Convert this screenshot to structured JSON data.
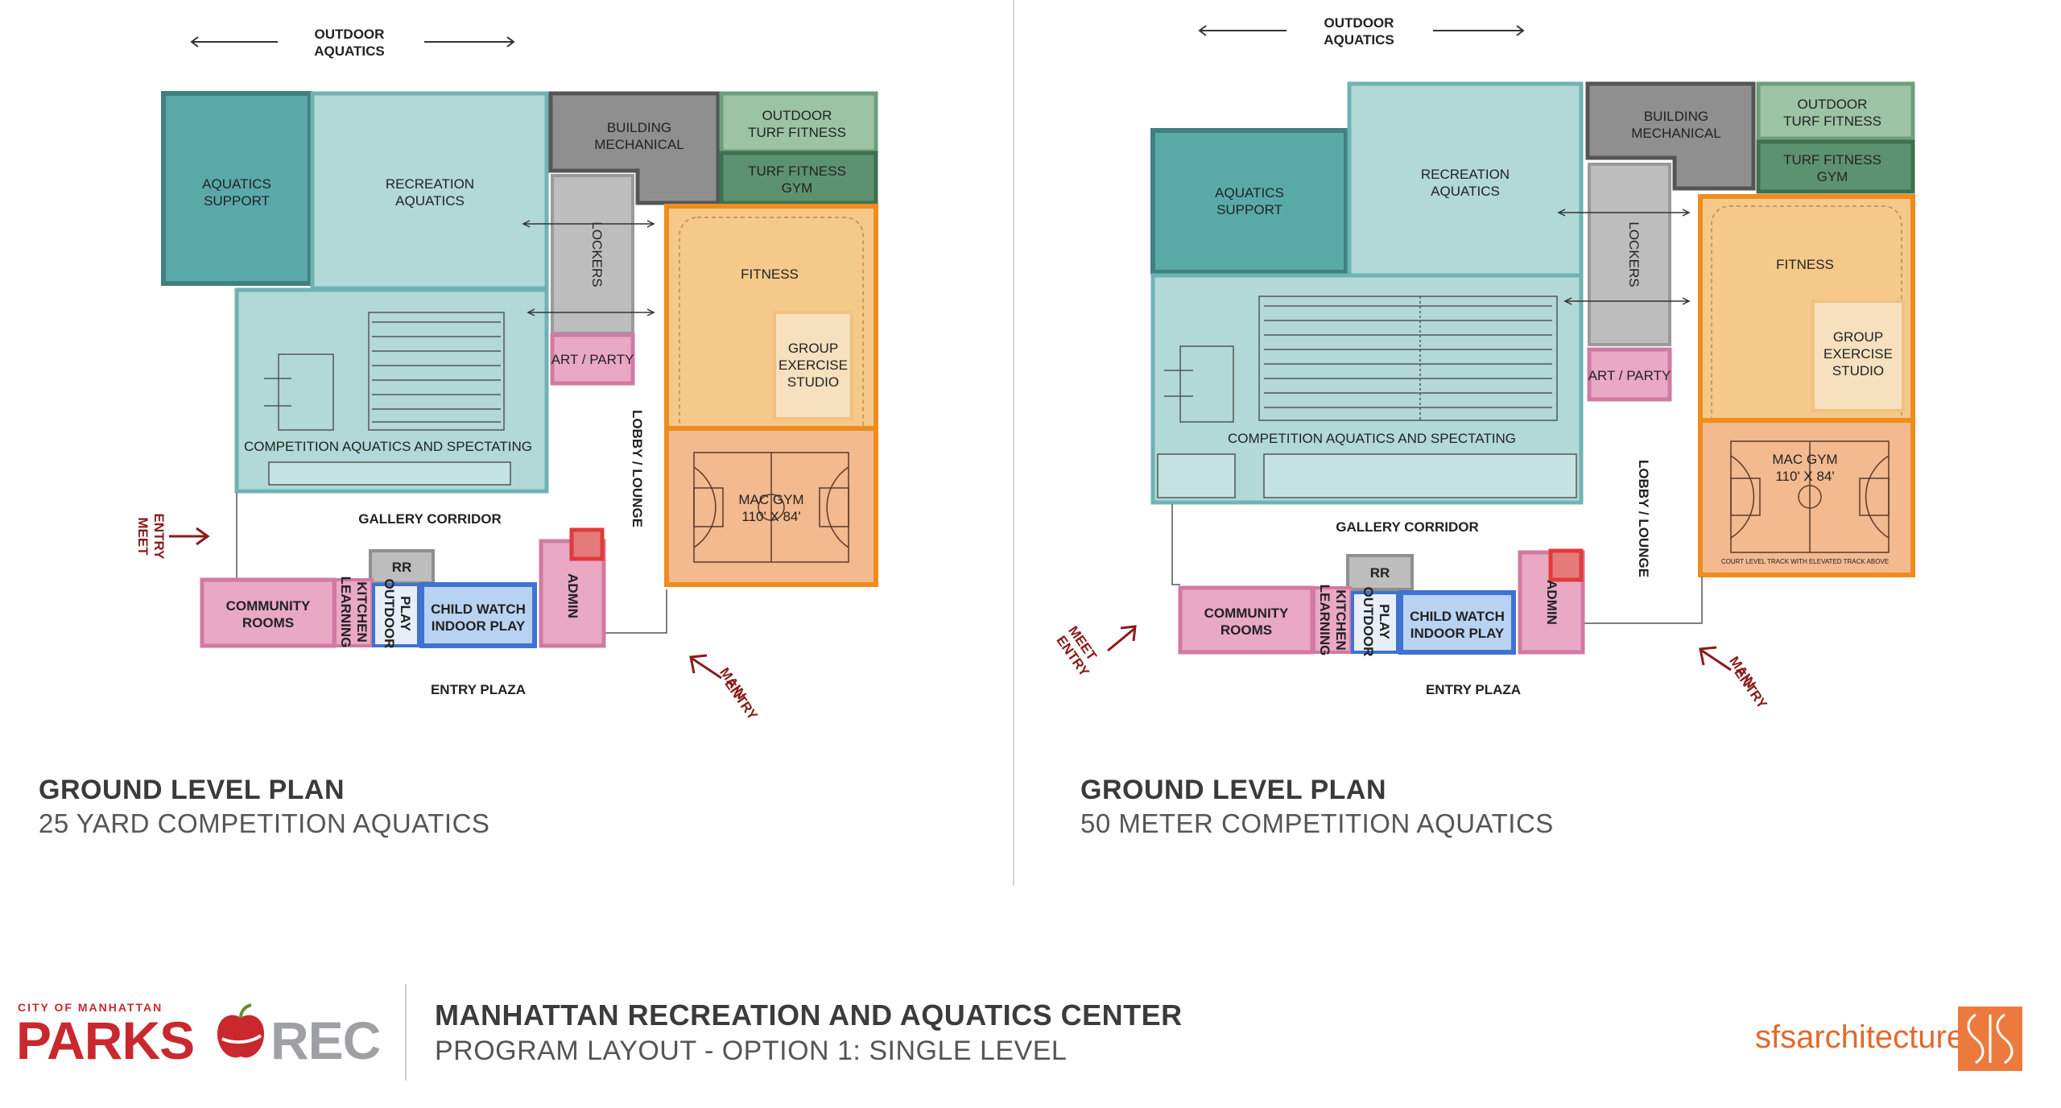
{
  "plans": [
    {
      "id": "left",
      "caption_title": "GROUND LEVEL PLAN",
      "caption_sub": "25 YARD COMPETITION AQUATICS",
      "outdoor_aquatics": [
        "OUTDOOR",
        "AQUATICS"
      ],
      "rooms": {
        "aquatics_support": [
          "AQUATICS",
          "SUPPORT"
        ],
        "recreation_aquatics": [
          "RECREATION",
          "AQUATICS"
        ],
        "building_mechanical": [
          "BUILDING",
          "MECHANICAL"
        ],
        "outdoor_turf_fitness": [
          "OUTDOOR",
          "TURF FITNESS"
        ],
        "turf_fitness_gym": [
          "TURF FITNESS",
          "GYM"
        ],
        "lockers": "LOCKERS",
        "fitness": "FITNESS",
        "group_exercise": [
          "GROUP",
          "EXERCISE",
          "STUDIO"
        ],
        "art_party": "ART / PARTY",
        "competition": "COMPETITION AQUATICS AND SPECTATING",
        "mac_gym": [
          "MAC GYM",
          "110' X 84'"
        ],
        "lobby": "LOBBY / LOUNGE",
        "gallery": "GALLERY CORRIDOR",
        "rr": "RR",
        "community": [
          "COMMUNITY",
          "ROOMS"
        ],
        "learning_kitchen": [
          "LEARNING",
          "KITCHEN"
        ],
        "outdoor_play": [
          "OUTDOOR",
          "PLAY"
        ],
        "child_watch": [
          "CHILD WATCH",
          "INDOOR PLAY"
        ],
        "admin": "ADMIN",
        "entry_plaza": "ENTRY PLAZA",
        "meet_entry": [
          "MEET",
          "ENTRY"
        ],
        "main_entry": [
          "MAIN",
          "ENTRY"
        ]
      }
    },
    {
      "id": "right",
      "caption_title": "GROUND LEVEL PLAN",
      "caption_sub": "50 METER COMPETITION AQUATICS",
      "outdoor_aquatics": [
        "OUTDOOR",
        "AQUATICS"
      ],
      "rooms": {
        "aquatics_support": [
          "AQUATICS",
          "SUPPORT"
        ],
        "recreation_aquatics": [
          "RECREATION",
          "AQUATICS"
        ],
        "building_mechanical": [
          "BUILDING",
          "MECHANICAL"
        ],
        "outdoor_turf_fitness": [
          "OUTDOOR",
          "TURF FITNESS"
        ],
        "turf_fitness_gym": [
          "TURF FITNESS",
          "GYM"
        ],
        "lockers": "LOCKERS",
        "fitness": "FITNESS",
        "group_exercise": [
          "GROUP",
          "EXERCISE",
          "STUDIO"
        ],
        "art_party": "ART / PARTY",
        "competition": "COMPETITION AQUATICS AND SPECTATING",
        "mac_gym": [
          "MAC GYM",
          "110' X 84'"
        ],
        "lobby": "LOBBY / LOUNGE",
        "gallery": "GALLERY CORRIDOR",
        "rr": "RR",
        "community": [
          "COMMUNITY",
          "ROOMS"
        ],
        "learning_kitchen": [
          "LEARNING",
          "KITCHEN"
        ],
        "outdoor_play": [
          "OUTDOOR",
          "PLAY"
        ],
        "child_watch": [
          "CHILD WATCH",
          "INDOOR PLAY"
        ],
        "admin": "ADMIN",
        "entry_plaza": "ENTRY PLAZA",
        "meet_entry": [
          "MEET",
          "ENTRY"
        ],
        "main_entry": [
          "MAIN",
          "ENTRY"
        ],
        "court_track_note": "COURT LEVEL TRACK WITH ELEVATED TRACK ABOVE"
      }
    }
  ],
  "footer": {
    "title": "MANHATTAN RECREATION AND AQUATICS CENTER",
    "subtitle": "PROGRAM LAYOUT - OPTION 1: SINGLE LEVEL",
    "brand_small": "CITY OF MANHATTAN",
    "brand_parks": "PARKS",
    "brand_rec": "REC",
    "architect": "sfsarchitecture"
  },
  "colors": {
    "aquatics_support": "#5aa9a9",
    "recreation": "#b2d8d8",
    "mechanical": "#8f8f8f",
    "turf_light": "#9cc3a4",
    "turf_dark": "#5d9270",
    "lockers": "#bdbdbd",
    "fitness": "#f5c98a",
    "gym": "#f3b98f",
    "orange_border": "#ef8c1d",
    "pink": "#e9a8c4",
    "pink_border": "#d07aa3",
    "blue": "#b8d3f2",
    "blue_border": "#3e73d0",
    "red_square": "#e23a3a",
    "entry_red": "#8b1a1a",
    "brand_red": "#c8282e"
  }
}
